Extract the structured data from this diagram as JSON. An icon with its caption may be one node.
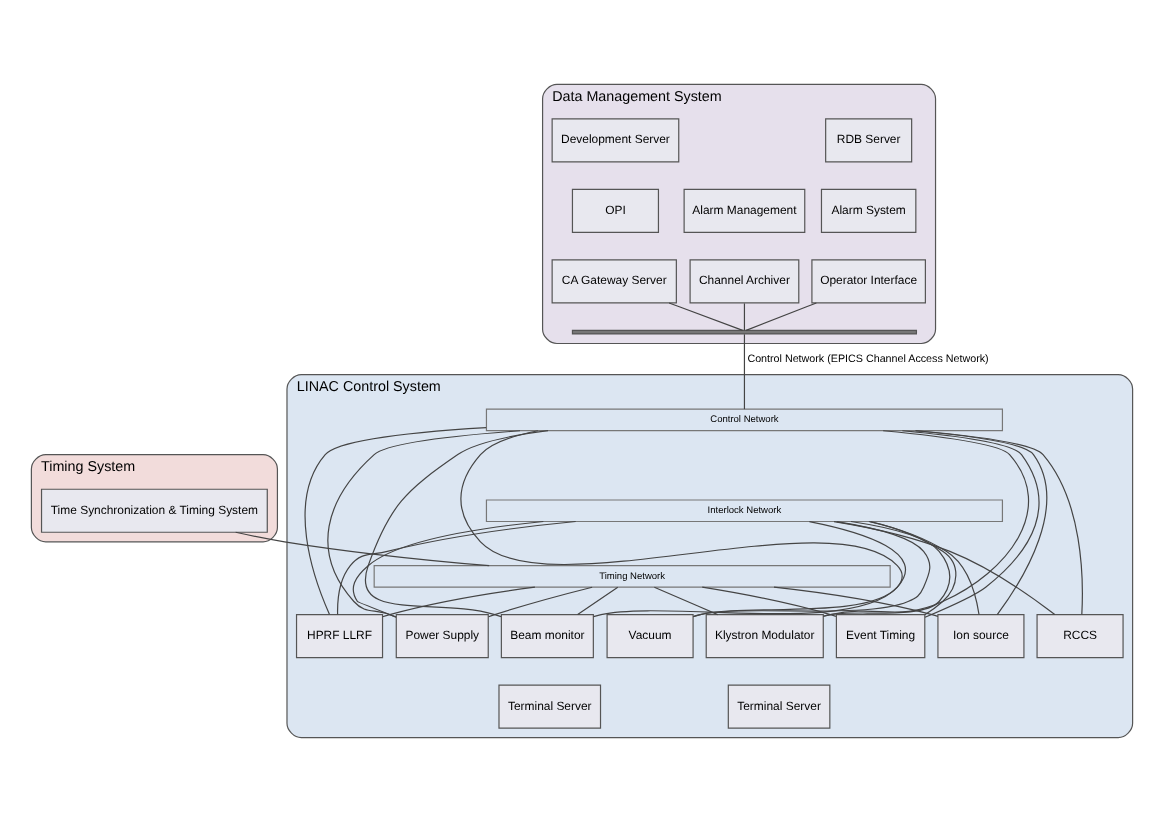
{
  "diagram": {
    "nodes": [
      {
        "text": [
          "Timing System"
        ]
      },
      {
        "text": [
          "Time Synchronization & Timing System"
        ],
        "in": 0
      },
      {
        "text": [
          "Data Management System"
        ]
      },
      {
        "text": [
          "RDB Server"
        ],
        "in": 2
      },
      {
        "text": [
          "Alarm System"
        ],
        "in": 2
      },
      {
        "text": [
          "Operator Interface"
        ],
        "in": 2
      },
      {
        "text": [
          "Alarm Management"
        ],
        "in": 2
      },
      {
        "text": [
          "Channel Archiver"
        ],
        "in": 2
      },
      {
        "text": [
          "Development Server"
        ],
        "in": 2
      },
      {
        "text": [
          "OPI"
        ],
        "in": 2
      },
      {
        "text": [
          "CA Gateway Server"
        ],
        "in": 2
      },
      {
        "text": [],
        "shape": "bar",
        "in": 2
      },
      {
        "text": [
          "LINAC Control System"
        ]
      },
      {
        "text": [
          "Control Network"
        ],
        "in": 12
      },
      {
        "text": [
          "Interlock Network"
        ],
        "in": 12
      },
      {
        "text": [
          "Timing Network"
        ],
        "in": 12
      },
      {
        "text": [
          "Vacuum"
        ],
        "in": 12
      },
      {
        "text": [
          "Power Supply"
        ],
        "in": 12
      },
      {
        "text": [
          "Beam monitor"
        ],
        "in": 12
      },
      {
        "text": [
          "RCCS"
        ],
        "in": 12
      },
      {
        "text": [
          "Klystron Modulator"
        ],
        "in": 12
      },
      {
        "text": [
          "HPRF LLRF"
        ],
        "in": 12
      },
      {
        "text": [
          "Ion source"
        ],
        "in": 12
      },
      {
        "text": [
          "Event Timing"
        ],
        "in": 12
      },
      {
        "text": [
          "Terminal Server"
        ],
        "in": 12
      },
      {
        "text": [
          "Terminal Server"
        ],
        "in": 12
      }
    ],
    "edges": [
      {
        "from": 5,
        "to": 11,
        "arrow": "none"
      },
      {
        "from": 7,
        "to": 11,
        "arrow": "none"
      },
      {
        "from": 10,
        "to": 11,
        "arrow": "none"
      },
      {
        "from": 11,
        "to": 13,
        "arrow": "none",
        "label": "Control Network (EPICS Channel Access Network)"
      },
      {
        "from": 1,
        "to": 15,
        "arrow": "none"
      },
      {
        "from": 13,
        "to": 16,
        "arrow": "none"
      },
      {
        "from": 14,
        "to": 16,
        "arrow": "none"
      },
      {
        "from": 13,
        "to": 17,
        "arrow": "none"
      },
      {
        "from": 14,
        "to": 17,
        "arrow": "none"
      },
      {
        "from": 15,
        "to": 17,
        "arrow": "none"
      },
      {
        "from": 13,
        "to": 18,
        "arrow": "none"
      },
      {
        "from": 14,
        "to": 18,
        "arrow": "none"
      },
      {
        "from": 15,
        "to": 18,
        "arrow": "none"
      },
      {
        "from": 13,
        "to": 19,
        "arrow": "none"
      },
      {
        "from": 14,
        "to": 19,
        "arrow": "none"
      },
      {
        "from": 13,
        "to": 20,
        "arrow": "none"
      },
      {
        "from": 14,
        "to": 20,
        "arrow": "none"
      },
      {
        "from": 15,
        "to": 20,
        "arrow": "none"
      },
      {
        "from": 13,
        "to": 21,
        "arrow": "none"
      },
      {
        "from": 14,
        "to": 21,
        "arrow": "none"
      },
      {
        "from": 15,
        "to": 21,
        "arrow": "none"
      },
      {
        "from": 13,
        "to": 22,
        "arrow": "none"
      },
      {
        "from": 14,
        "to": 22,
        "arrow": "none"
      },
      {
        "from": 15,
        "to": 22,
        "arrow": "none"
      },
      {
        "from": 13,
        "to": 23,
        "arrow": "none"
      },
      {
        "from": 14,
        "to": 23,
        "arrow": "none"
      },
      {
        "from": 15,
        "to": 23,
        "arrow": "none"
      }
    ]
  }
}
